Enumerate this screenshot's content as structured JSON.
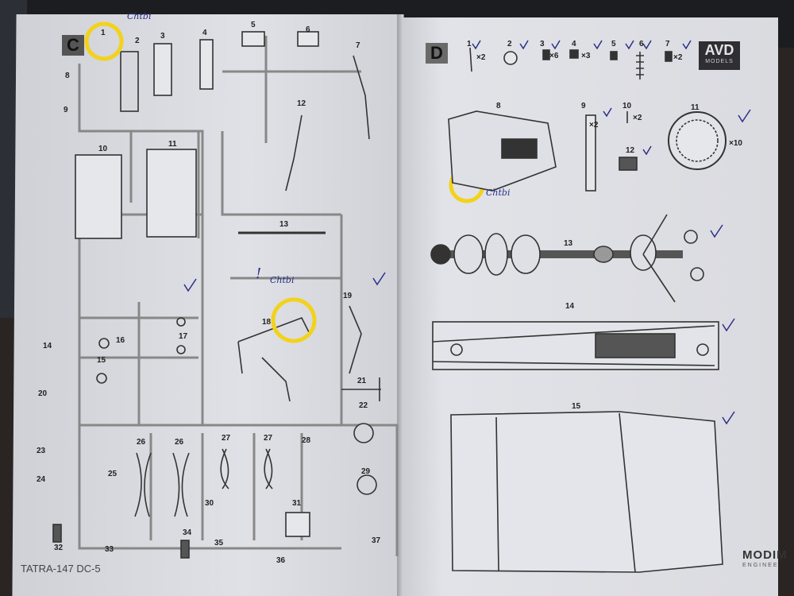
{
  "left_sheet": {
    "sprue_letter": "C",
    "part_numbers": [
      "1",
      "2",
      "3",
      "4",
      "5",
      "6",
      "7",
      "8",
      "9",
      "10",
      "11",
      "12",
      "13",
      "14",
      "15",
      "16",
      "17",
      "18",
      "19",
      "20",
      "21",
      "22",
      "23",
      "24",
      "25",
      "26",
      "26",
      "27",
      "27",
      "28",
      "29",
      "30",
      "31",
      "32",
      "33",
      "34",
      "35",
      "36",
      "37"
    ],
    "footer_title": "TATRA-147 DC-5"
  },
  "right_sheet": {
    "sprue_letter": "D",
    "part_numbers": [
      "1",
      "2",
      "3",
      "4",
      "5",
      "6",
      "7",
      "8",
      "9",
      "10",
      "11",
      "12",
      "13",
      "14",
      "15"
    ],
    "quantities": [
      "×2",
      "×6",
      "×3",
      "×2",
      "×2",
      "×2",
      "×10"
    ],
    "logo_text": "AVD",
    "logo_subtext": "MODELS",
    "brand_text": "MODIM",
    "brand_subtext": "ENGINEE"
  },
  "annotations": {
    "note_1": "Chtbi",
    "note_2": "Chtbi",
    "note_3": "Chtbi",
    "mark": "!"
  },
  "colors": {
    "highlight": "#f2d21c",
    "ink": "#2a2f86"
  }
}
